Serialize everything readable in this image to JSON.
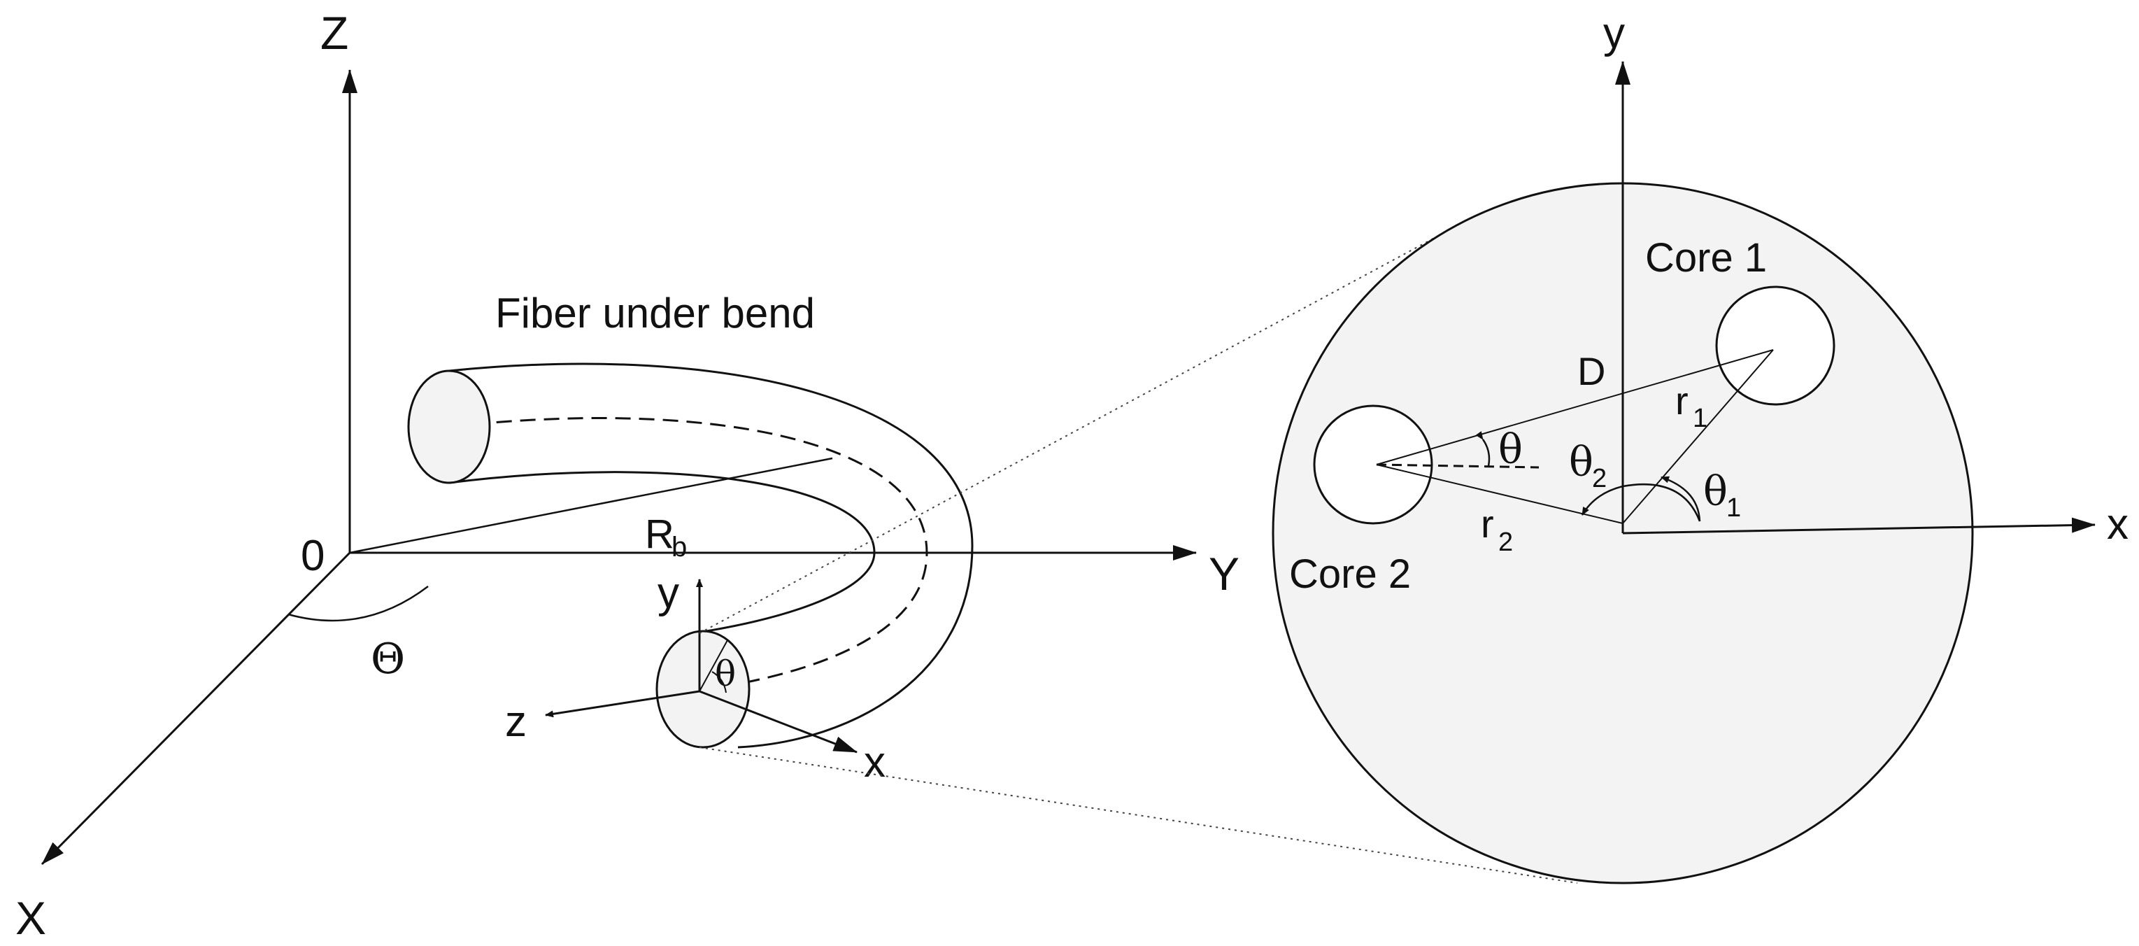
{
  "figure": {
    "caption": "Fiber under bend",
    "colors": {
      "line": "#111111",
      "fill": "#f3f3f3",
      "background": "#ffffff"
    }
  },
  "global_axes": {
    "z_label": "Z",
    "y_label": "Y",
    "x_label": "X",
    "origin_label": "0",
    "bend_angle_label": "Θ",
    "bend_radius_label": "R",
    "bend_radius_sub": "b"
  },
  "local_axes": {
    "y_label": "y",
    "z_label": "z",
    "x_label": "x",
    "angle_label": "θ"
  },
  "cross_section": {
    "y_label": "y",
    "x_label": "x",
    "core1_label": "Core 1",
    "core2_label": "Core 2",
    "distance_label": "D",
    "theta_label": "θ",
    "r1_label": "r",
    "r1_sub": "1",
    "r2_label": "r",
    "r2_sub": "2",
    "theta1_label": "θ",
    "theta1_sub": "1",
    "theta2_label": "θ",
    "theta2_sub": "2"
  }
}
